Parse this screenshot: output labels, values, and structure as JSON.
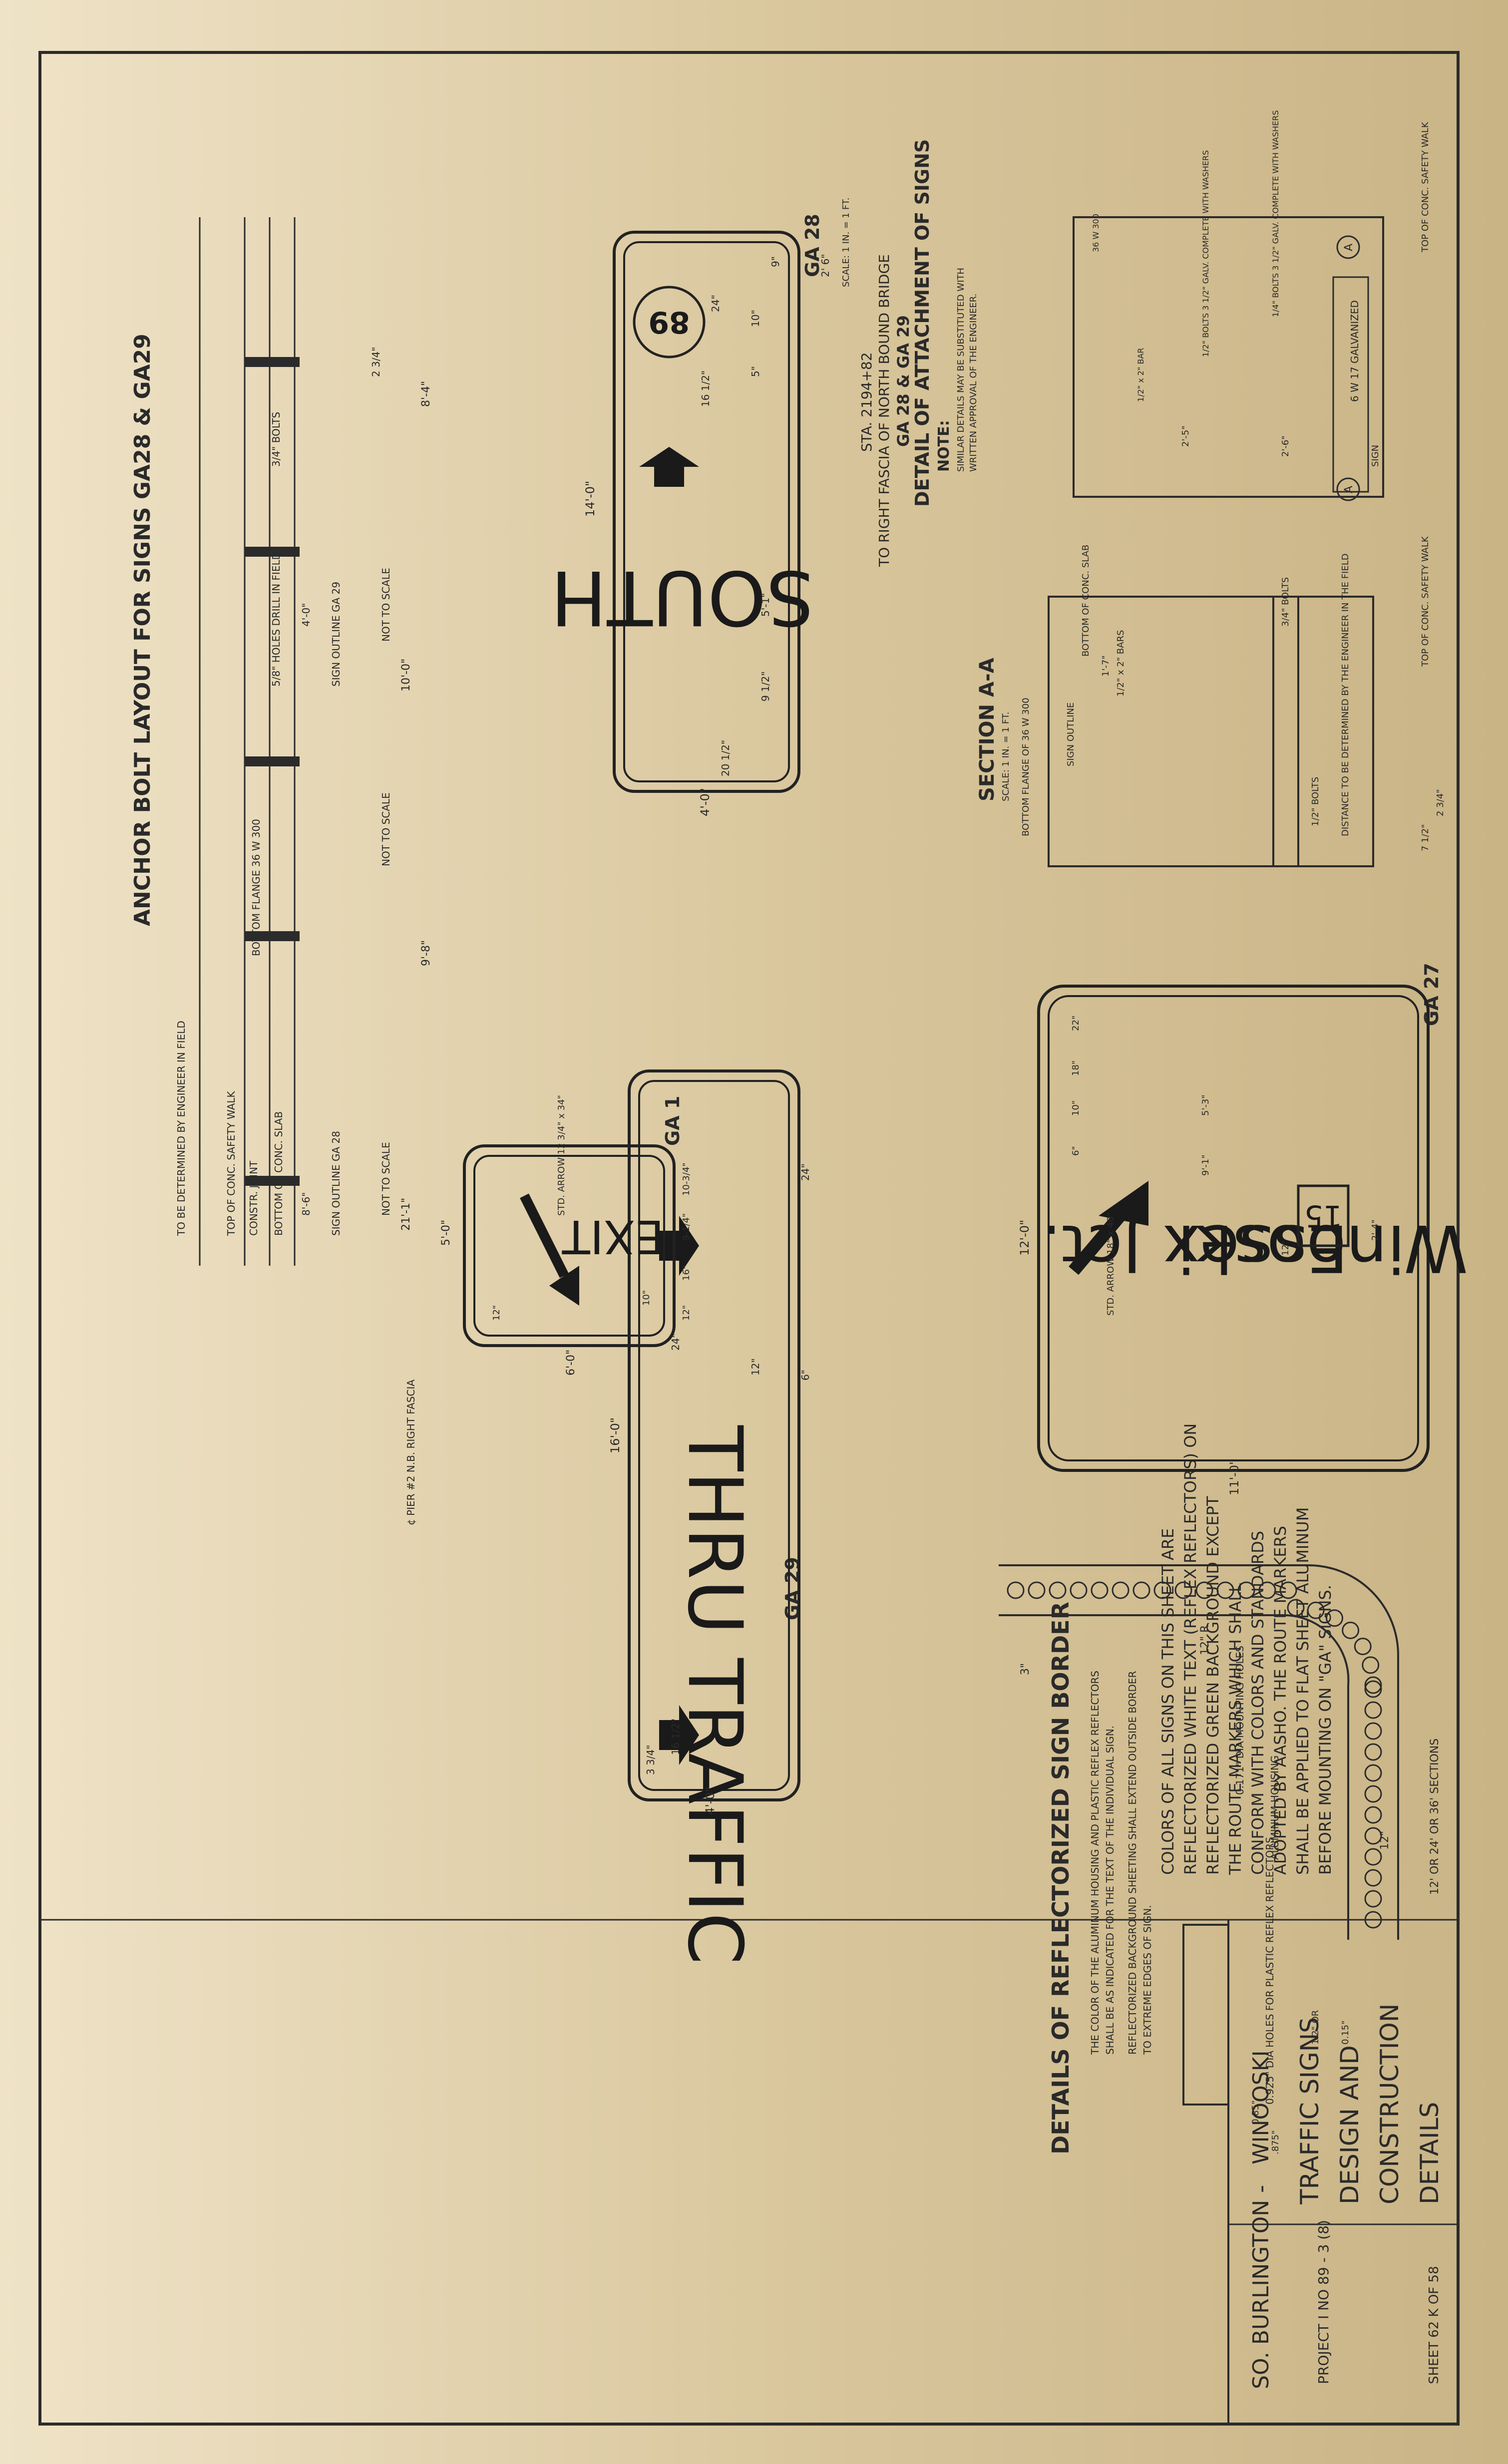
{
  "title_block": {
    "location_line1": "SO. BURLINGTON -",
    "location_line2": "WINOOSKI",
    "title": [
      "TRAFFIC SIGNS",
      "DESIGN AND",
      "CONSTRUCTION",
      "DETAILS"
    ],
    "project": "PROJECT I NO 89 - 3 (8)",
    "sheet": "SHEET 62 K OF 58"
  },
  "border_detail": {
    "title": "DETAILS OF REFLECTORIZED SIGN BORDER",
    "notes": [
      "THE COLOR OF THE ALUMINUM HOUSING AND PLASTIC REFLEX REFLECTORS",
      "SHALL BE AS INDICATED FOR THE TEXT OF THE INDIVIDUAL SIGN.",
      "REFLECTORIZED BACKGROUND SHEETING SHALL EXTEND OUTSIDE BORDER",
      "TO EXTREME EDGES OF SIGN."
    ],
    "labels": {
      "sections": "12' OR 24' OR 36' SECTIONS",
      "mounting_holes": "0.171\" DIA MOUNTING HOLES",
      "housing": "ALUMINUM HOUSING",
      "reflector_holes": "0.925\" DIA HOLES FOR PLASTIC REFLEX REFLECTORS",
      "dim_12": "12\"",
      "dim_3": "3\"",
      "radius": "12\" R",
      "d1": "1.2\" OR",
      "d2": "0.15\"",
      "d3": ".875\"",
      "d4": "0.85\""
    }
  },
  "colors_note": [
    "COLORS OF ALL SIGNS ON THIS SHEET ARE",
    "REFLECTORIZED WHITE TEXT (REFLEX REFLECTORS) ON",
    "REFLECTORIZED GREEN BACKGROUND EXCEPT",
    "THE ROUTE MARKERS WHICH SHALL",
    "CONFORM WITH COLORS AND STANDARDS",
    "ADOPTED BY AASHO. THE ROUTE MARKERS",
    "SHALL BE APPLIED TO FLAT SHEET ALUMINUM",
    "BEFORE MOUNTING ON \"GA\" SIGNS."
  ],
  "attachment_detail": {
    "note_title": "NOTE:",
    "note_lines": [
      "SIMILAR DETAILS MAY BE SUBSTITUTED WITH",
      "WRITTEN APPROVAL OF THE ENGINEER."
    ],
    "title": "DETAIL OF ATTACHMENT OF SIGNS",
    "subtitle": "GA 28 & GA 29",
    "line3": "TO RIGHT FASCIA OF NORTH BOUND BRIDGE",
    "line4": "STA. 2194+82",
    "scale": "SCALE: 1 IN. = 1 FT.",
    "labels": {
      "walk": "TOP OF CONC. SAFETY WALK",
      "bolts1": "1/4\" BOLTS 3 1/2\" GALV. COMPLETE WITH WASHERS",
      "bolts2": "1/2\" BOLTS 3 1/2\" GALV. COMPLETE WITH WASHERS",
      "bar": "1/2\" x 2\" BAR",
      "beam": "36 W 300",
      "galv": "6 W 17 GALVANIZED",
      "sign": "SIGN",
      "dim": "2'-5\"",
      "dim2": "2'-6\"",
      "a_marker": "A"
    }
  },
  "section_aa": {
    "title": "SECTION A-A",
    "scale": "SCALE: 1 IN. = 1 FT.",
    "labels": {
      "walk": "TOP OF CONC. SAFETY WALK",
      "bottom_slab": "BOTTOM OF CONC. SLAB",
      "bars": "1/2\" x 2\" BARS",
      "outline": "SIGN OUTLINE",
      "bolts": "3/4\" BOLTS",
      "bolts2": "1/2\" BOLTS",
      "flange": "BOTTOM FLANGE OF 36 W 300",
      "distance": "DISTANCE TO BE DETERMINED BY THE ENGINEER IN THE FIELD",
      "dim1": "2 3/4\"",
      "dim2": "7 1/2\"",
      "dim3": "1'-7\""
    }
  },
  "sign_ga28": {
    "id": "GA 28",
    "text": "SOUTH",
    "shield": "89",
    "dims": {
      "width": "14'-0\"",
      "height": "4'-0\"",
      "d1": "2' 6\"",
      "d2": "9\"",
      "d3": "24\"",
      "d4": "5'-1\"",
      "d5": "9 1/2\"",
      "d6": "20 1/2\"",
      "d7": "16 1/2\"",
      "d8": "10\"",
      "d9": "5\""
    }
  },
  "sign_ga27": {
    "id": "GA 27",
    "line1": "Winooski",
    "line2": "Essex Jct.",
    "shield": "15",
    "arrow": "STD. ARROW 18\" x 40\"",
    "dims": {
      "width": "12'-0\"",
      "height": "11'-0\"",
      "d1": "22\"",
      "d2": "2'-4\"",
      "d3": "12\"",
      "d4": "5'-3\"",
      "d5": "9'-1\"",
      "d6": "18\"",
      "d7": "10\"",
      "d8": "6\""
    }
  },
  "sign_ga1": {
    "id": "GA 1",
    "text": "EXIT",
    "arrow": "STD. ARROW 12 3/4\" x 34\"",
    "dims": {
      "width": "5'-0\"",
      "height": "6'-0\"",
      "d1": "12\"",
      "d2": "16\"",
      "d3": "9-1/4\"",
      "d4": "10-3/4\"",
      "d5": "12\"",
      "d6": "10\""
    }
  },
  "sign_ga29": {
    "id": "GA 29",
    "text": "THRU TRAFFIC",
    "dims": {
      "width": "16'-0\"",
      "height": "4'-0\"",
      "d1": "24\"",
      "d2": "6\"",
      "d3": "12\"",
      "d4": "3 3/4\"",
      "d5": "16 1/2\"",
      "d6": "24\""
    }
  },
  "anchor_layout": {
    "title": "ANCHOR BOLT LAYOUT FOR SIGNS GA28 & GA29",
    "labels": {
      "outline28": "SIGN OUTLINE GA 28",
      "outline29": "SIGN OUTLINE GA 29",
      "holes": "5/8\" HOLES DRILL IN FIELD",
      "bolts": "3/4\" BOLTS",
      "determined": "TO BE DETERMINED BY ENGINEER IN FIELD",
      "not_to_scale": "NOT TO SCALE",
      "flange": "BOTTOM FLANGE 36 W 300",
      "walk": "TOP OF CONC. SAFETY WALK",
      "joint": "CONSTR. JOINT",
      "bottom_slab": "BOTTOM OF CONC. SLAB",
      "pier": "¢ PIER #2 N.B. RIGHT FASCIA",
      "dim1": "8'-4\"",
      "dim2": "10'-0\"",
      "dim3": "9'-8\"",
      "dim4": "21'-1\"",
      "dim5": "2 3/4\"",
      "dim6": "4'-0\"",
      "dim7": "8'-6\""
    }
  }
}
